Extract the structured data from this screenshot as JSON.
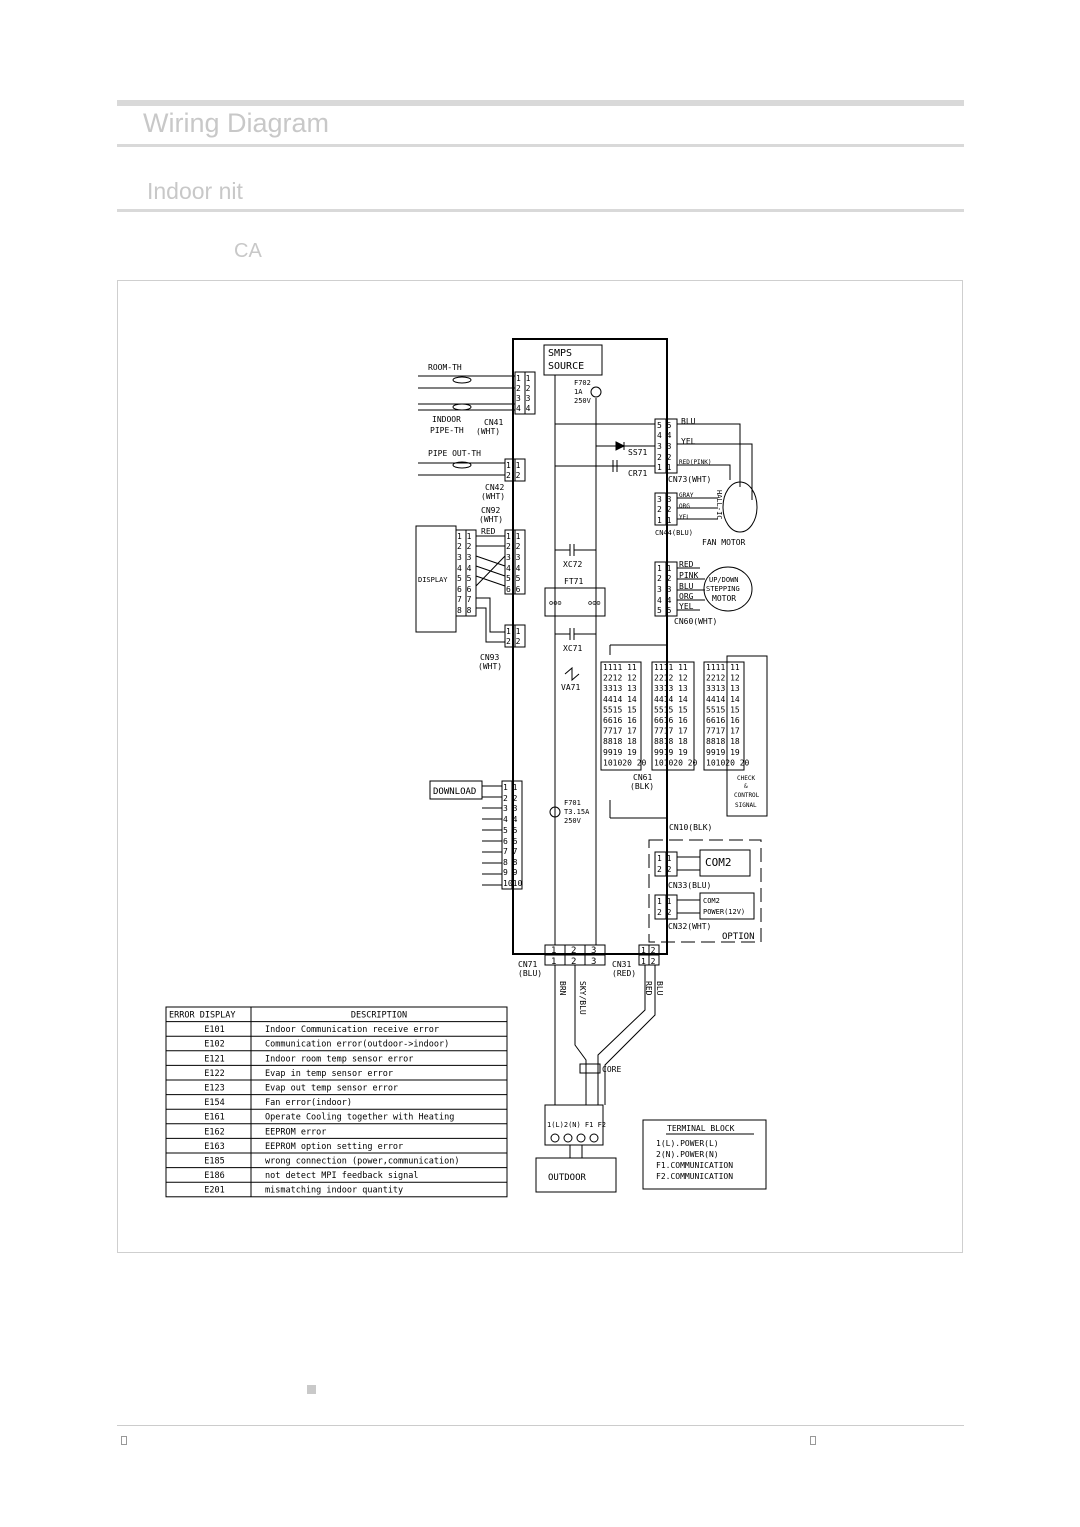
{
  "header": {
    "section_title": "Wiring Diagram",
    "subsection_title": "Indoor nit",
    "model_label": "CA"
  },
  "diagram": {
    "room_th": "ROOM-TH",
    "indoor_pipe_th": [
      "INDOOR",
      "PIPE-TH"
    ],
    "pipe_out_th": "PIPE OUT-TH",
    "cn41": "CN41",
    "wht": "(WHT)",
    "cn42": "CN42",
    "cn92": "CN92",
    "cn93": "CN93",
    "display": "DISPLAY",
    "download": "DOWNLOAD",
    "red": "RED",
    "smps": [
      "SMPS",
      "SOURCE"
    ],
    "f702": [
      "F702",
      "1A",
      "250V"
    ],
    "ss71": "SS71",
    "cr71": "CR71",
    "xc72": "XC72",
    "ft71": "FT71",
    "xc71": "XC71",
    "va71": "VA71",
    "f701": [
      "F701",
      "T3.15A",
      "250V"
    ],
    "fan_wires": [
      "BLU",
      "YEL",
      "RED(PINK)"
    ],
    "cn73": "CN73(WHT)",
    "hall_wires": [
      "GRAY",
      "ORG",
      "YEL"
    ],
    "hall_ic": "HALL-IC",
    "cn44": "CN44(BLU)",
    "fan_motor": "FAN MOTOR",
    "step_wires": [
      "RED",
      "PINK",
      "BLU",
      "ORG",
      "YEL"
    ],
    "stepping_motor": [
      "UP/DOWN",
      "STEPPING",
      "MOTOR"
    ],
    "cn60": "CN60(WHT)",
    "cn61": [
      "CN61",
      "(BLK)"
    ],
    "check_control": [
      "CHECK",
      "&",
      "CONTROL",
      "SIGNAL"
    ],
    "cn10": "CN10(BLK)",
    "com2": "COM2",
    "cn33": "CN33(BLU)",
    "com2_power": [
      "COM2",
      "POWER(12V)"
    ],
    "cn32": "CN32(WHT)",
    "option": "OPTION",
    "cn71": [
      "CN71",
      "(BLU)"
    ],
    "cn31": [
      "CN31",
      "(RED)"
    ],
    "out_wires": [
      "BRN",
      "SKY/BLU",
      "RED",
      "BLU"
    ],
    "core": "CORE",
    "terminal_labels": "1(L)2(N) F1 F2",
    "outdoor": "OUTDOOR",
    "terminal_block": {
      "title": "TERMINAL BLOCK",
      "lines": [
        "1(L).POWER(L)",
        "2(N).POWER(N)",
        "F1.COMMUNICATION",
        "F2.COMMUNICATION"
      ]
    }
  },
  "error_table": {
    "headers": [
      "ERROR DISPLAY",
      "DESCRIPTION"
    ],
    "rows": [
      [
        "E101",
        "Indoor Communication receive error"
      ],
      [
        "E102",
        "Communication error(outdoor->indoor)"
      ],
      [
        "E121",
        "Indoor room temp sensor error"
      ],
      [
        "E122",
        "Evap in temp sensor error"
      ],
      [
        "E123",
        "Evap out temp sensor error"
      ],
      [
        "E154",
        "Fan error(indoor)"
      ],
      [
        "E161",
        "Operate Cooling together with Heating"
      ],
      [
        "E162",
        "EEPROM error"
      ],
      [
        "E163",
        "EEPROM option setting error"
      ],
      [
        "E185",
        "wrong connection (power,communication)"
      ],
      [
        "E186",
        "not detect MPI feedback signal"
      ],
      [
        "E201",
        "mismatching indoor quantity"
      ]
    ]
  }
}
